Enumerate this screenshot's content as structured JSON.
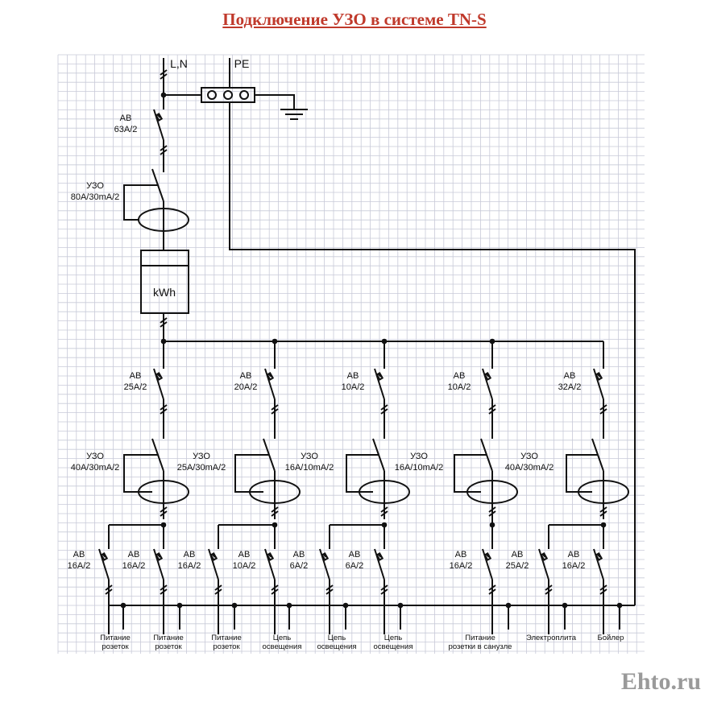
{
  "title": "Подключение УЗО в системе TN-S",
  "watermark": "Ehto.ru",
  "colors": {
    "title": "#c0392b",
    "grid": "#c8cad8",
    "line": "#111111"
  },
  "top": {
    "ln": "L,N",
    "pe": "PE"
  },
  "main_breaker": [
    "АВ",
    "63А/2"
  ],
  "main_rcd": [
    "УЗО",
    "80А/30mA/2"
  ],
  "meter": "kWh",
  "group_breakers": [
    [
      "АВ",
      "25А/2"
    ],
    [
      "АВ",
      "20А/2"
    ],
    [
      "АВ",
      "10А/2"
    ],
    [
      "АВ",
      "10А/2"
    ],
    [
      "АВ",
      "32А/2"
    ]
  ],
  "group_rcds": [
    [
      "УЗО",
      "40А/30mA/2"
    ],
    [
      "УЗО",
      "25А/30mA/2"
    ],
    [
      "УЗО",
      "16А/10mA/2"
    ],
    [
      "УЗО",
      "16А/10mA/2"
    ],
    [
      "УЗО",
      "40А/30mA/2"
    ]
  ],
  "branch_breakers": [
    [
      "АВ",
      "16А/2"
    ],
    [
      "АВ",
      "16А/2"
    ],
    [
      "АВ",
      "16А/2"
    ],
    [
      "АВ",
      "10А/2"
    ],
    [
      "АВ",
      "6А/2"
    ],
    [
      "АВ",
      "6А/2"
    ],
    [
      "АВ",
      "16А/2"
    ],
    [
      "АВ",
      "25А/2"
    ],
    [
      "АВ",
      "16А/2"
    ]
  ],
  "loads": [
    [
      "Питание",
      "розеток"
    ],
    [
      "Питание",
      "розеток"
    ],
    [
      "Питание",
      "розеток"
    ],
    [
      "Цепь",
      "освещения"
    ],
    [
      "Цепь",
      "освещения"
    ],
    [
      "Цепь",
      "освещения"
    ],
    [
      "Питание",
      "розетки в санузле"
    ],
    [
      "Электроплита"
    ],
    [
      "Бойлер"
    ]
  ]
}
